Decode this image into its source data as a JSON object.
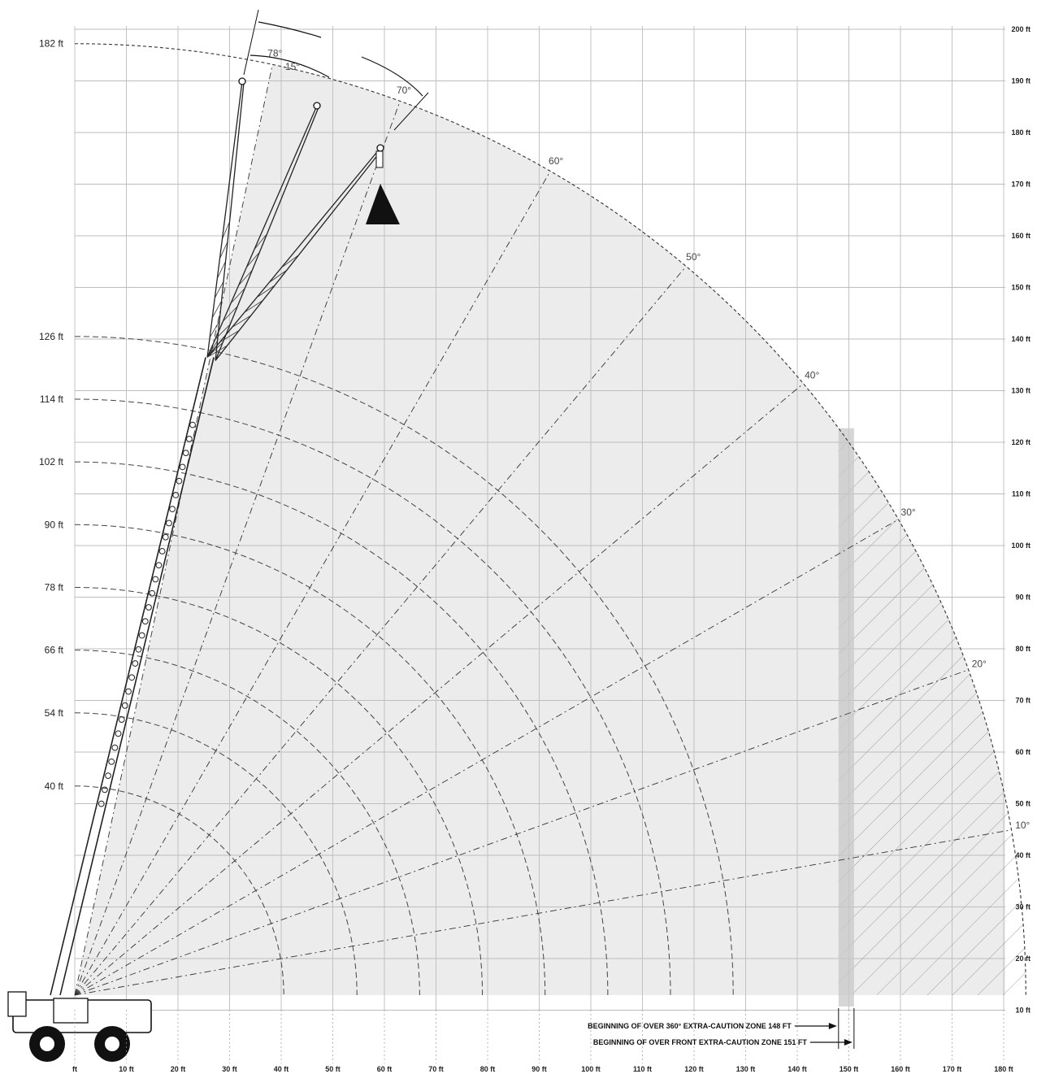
{
  "chart_data": {
    "type": "range-diagram",
    "x_axis": {
      "unit": "ft",
      "range": [
        0,
        180
      ],
      "ticks": [
        "ft",
        "10 ft",
        "20 ft",
        "30 ft",
        "40 ft",
        "50 ft",
        "60 ft",
        "70 ft",
        "80 ft",
        "90 ft",
        "100 ft",
        "110 ft",
        "120 ft",
        "130 ft",
        "140 ft",
        "150 ft",
        "160 ft",
        "170 ft",
        "180 ft"
      ]
    },
    "y_axis": {
      "unit": "ft",
      "range": [
        0,
        200
      ],
      "ticks": [
        "10 ft",
        "20 ft",
        "30 ft",
        "40 ft",
        "50 ft",
        "60 ft",
        "70 ft",
        "80 ft",
        "90 ft",
        "100 ft",
        "110 ft",
        "120 ft",
        "130 ft",
        "140 ft",
        "150 ft",
        "160 ft",
        "170 ft",
        "180 ft",
        "190 ft",
        "200 ft"
      ]
    },
    "boom_lengths": [
      {
        "label": "182 ft",
        "value": 182
      },
      {
        "label": "126 ft",
        "value": 126
      },
      {
        "label": "114 ft",
        "value": 114
      },
      {
        "label": "102 ft",
        "value": 102
      },
      {
        "label": "90 ft",
        "value": 90
      },
      {
        "label": "78 ft",
        "value": 78
      },
      {
        "label": "66 ft",
        "value": 66
      },
      {
        "label": "54 ft",
        "value": 54
      },
      {
        "label": "40 ft",
        "value": 40
      }
    ],
    "boom_angles": [
      {
        "label": "10°",
        "value": 10
      },
      {
        "label": "20°",
        "value": 20
      },
      {
        "label": "30°",
        "value": 30
      },
      {
        "label": "40°",
        "value": 40
      },
      {
        "label": "50°",
        "value": 50
      },
      {
        "label": "60°",
        "value": 60
      },
      {
        "label": "70°",
        "value": 70
      },
      {
        "label": "78°",
        "value": 78
      }
    ],
    "jib_offset": {
      "label": "15°",
      "value": 15
    },
    "zones": [
      {
        "label": "BEGINNING OF OVER 360° EXTRA-CAUTION ZONE 148 FT",
        "radius": 148
      },
      {
        "label": "BEGINNING OF OVER FRONT EXTRA-CAUTION ZONE 151 FT",
        "radius": 151
      }
    ],
    "grid": true,
    "colors": {
      "shade": "#ececec",
      "hatch": "#8a8a8a",
      "zone_band": "#c8c8c8",
      "load": "#111111"
    }
  }
}
